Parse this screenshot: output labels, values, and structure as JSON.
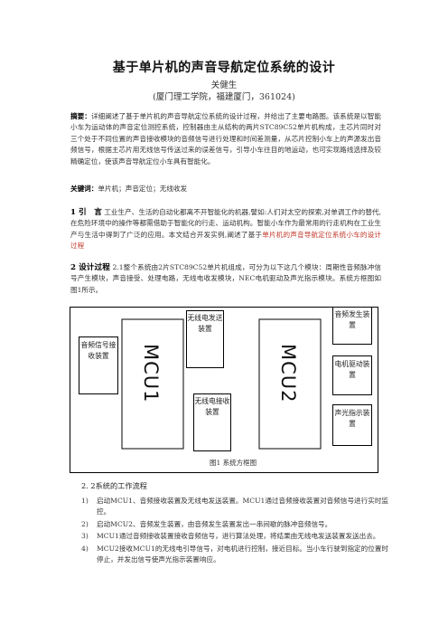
{
  "title": "基于单片机的声音导航定位系统的设计",
  "author": "关健生",
  "affiliation": "(厦门理工学院，福建厦门，361024)",
  "abstract": {
    "label": "摘要：",
    "text": "详细阐述了基于单片机的声音导航定位系统的设计过程，并给出了主要电路图。该系统是以智能小车为运动体的声音定位测控系统，控制器由主从结构的两片STC89C52单片机构成，主芯片同时对三个处于不同位置的声音接收模块的音频信号进行处理和时间差测量，从芯片控制小车上的声源发出音频信号，根据主芯片用无线信号传送过来的误差信号，引导小车往目的地运动，也可实现路线选择及较精确定位，使该声音导航定位小车具有智能化。"
  },
  "keywords": {
    "label": "关键词：",
    "text": "单片机；声音定位；无线收发"
  },
  "intro": {
    "heading": "1 引　言",
    "text": "工业生产、生活的自动化都离不开智能化的机器,譬如:人们对太空的探索,对单调工作的替代,在危险环境中的操作等都需借助于智能化的行走、运动机构。智能小车作为最常用的行走机构在工业生产与生活中得到了广泛的应用。本文结合开发实例,阐述了基于",
    "tail": "单片机的声音导航定位系统小车的设计过程"
  },
  "design": {
    "heading": "2 设计过程",
    "text": "2.1整个系统由2片STC89C52单片机组成，可分为以下这几个模块：周期性音频脉冲信号产生模块，声音接受、处理电路，无线电收发模块，NEC电机驱动及声光指示模块。系统方框图如图1所示。"
  },
  "diagram": {
    "box_audio_rx": "音频信号接收装置",
    "mcu1": "MCU1",
    "box_wireless_tx": "无线电发送装置",
    "box_wireless_rx": "无线电接收装置",
    "mcu2": "MCU2",
    "box_audio_gen": "音频发生装置",
    "box_motor": "电机驱动装置",
    "box_indicator": "声光指示装置",
    "caption": "图1  系统方框图"
  },
  "section_2_2": "2. 2系统的工作流程",
  "steps": [
    {
      "n": "1)",
      "text": "启动MCU1、音频接收装置及无线电发送装置。MCU1通过音频接收装置对音频信号进行实时监控。"
    },
    {
      "n": "2)",
      "text": "启动MCU2、音频发生装置，由音频发生装置发出一串间歇的脉冲音频信号。"
    },
    {
      "n": "3)",
      "text": "MCU1通过音频接收装置接收音频信号，进行算法处理，将结果由无线电发送装置发送出去。"
    },
    {
      "n": "4)",
      "text": "MCU2接收MCU1的无线电引导信号，对电机进行控制，接近目标。当小车行驶到指定的位置时停止，并发出信号使声光指示装置响应。"
    }
  ]
}
